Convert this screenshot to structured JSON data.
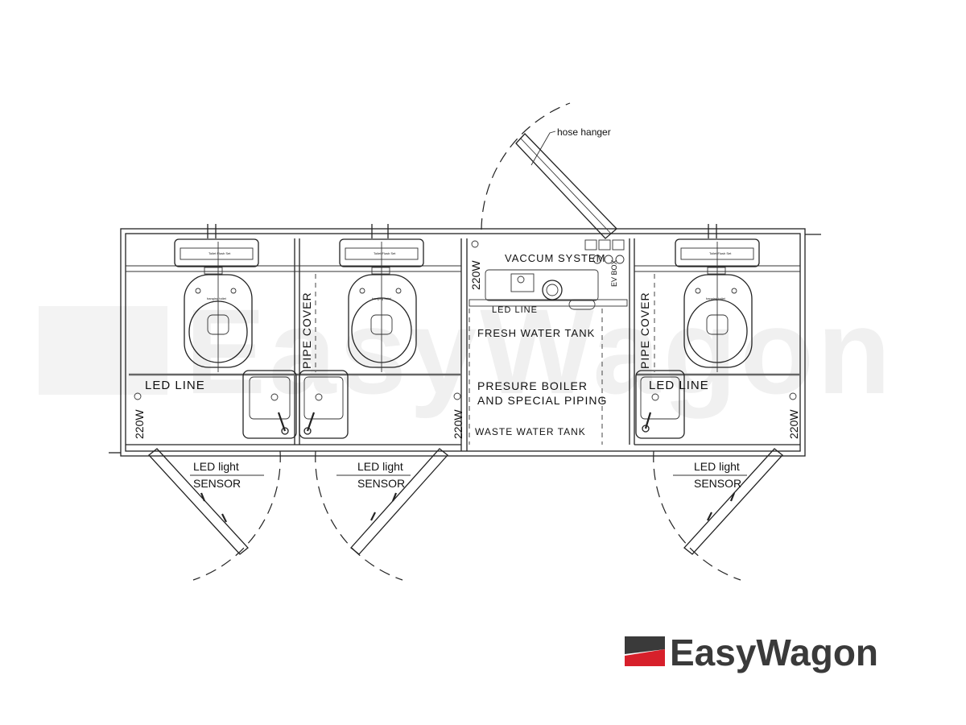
{
  "watermark": "EasyWagon",
  "labels": {
    "hose_hanger": "hose hanger",
    "vaccum_system": "VACCUM SYSTEM",
    "fresh_water_tank": "FRESH WATER TANK",
    "presure_boiler_line1": "PRESURE BOILER",
    "presure_boiler_line2": "AND SPECIAL PIPING",
    "waste_water_tank": "WASTE WATER TANK",
    "led_line": "LED LINE",
    "led_light": "LED light",
    "sensor": "SENSOR",
    "pipe_cover": "PIPE COVER",
    "power_220w": "220W",
    "flush_set": "Toilet Flush Set",
    "hanging_toilet": "hanging toilet",
    "ev_box": "EV BOX"
  },
  "logo": {
    "text": "EasyWagon",
    "mark_color": "#d7202b",
    "mark_dark": "#3a3a3a"
  }
}
